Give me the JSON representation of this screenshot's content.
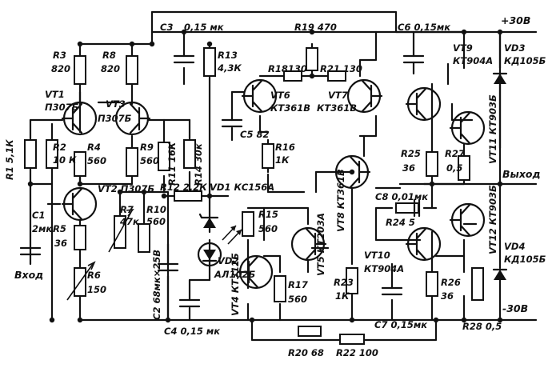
{
  "rails": {
    "pos": "+30В",
    "neg": "-30В",
    "input": "Вход",
    "output": "Выход"
  },
  "labels": {
    "r1": "R1 5,1К",
    "r2": "R2",
    "r2v": "10 К",
    "r3": "R3",
    "r3v": "820",
    "r4": "R4",
    "r4v": "560",
    "r5": "R5",
    "r5v": "36",
    "r6": "R6",
    "r6v": "150",
    "r7": "R7",
    "r7v": "47к",
    "r8": "R8",
    "r8v": "820",
    "r9": "R9",
    "r9v": "560",
    "r10": "R10",
    "r10v": "560",
    "r11": "R11 16К",
    "r12": "R12 2,2К",
    "r13": "R13",
    "r13v": "4,3К",
    "r14": "R14 30к",
    "r15": "R15",
    "r15v": "560",
    "r16": "R16",
    "r16v": "1К",
    "r17": "R17",
    "r17v": "560",
    "r18": "R18130",
    "r19": "R19 470",
    "r20": "R20 68",
    "r21": "R21 130",
    "r22": "R22 100",
    "r23": "R23",
    "r23v": "1К",
    "r24": "R24 5",
    "r25": "R25",
    "r25v": "36",
    "r26": "R26",
    "r26v": "36",
    "r27": "R27",
    "r27v": "0,5",
    "r28": "R28 0,5",
    "c1": "C1",
    "c1v": "2мк",
    "c2": "C2 68мк×25В",
    "c3": "C3",
    "c3v": "0,15 мк",
    "c4": "C4 0,15 мк",
    "c5": "C5 82",
    "c6": "C6 0,15мк",
    "c7": "C7 0,15мк",
    "c8": "C8 0,01мк",
    "vt1": "VT1",
    "vt1t": "П307Б",
    "vt2": "VT2 П307Б",
    "vt3": "VT3",
    "vt3t": "П307Б",
    "vt4": "VT4 КТ312Б",
    "vt5": "VT5 КТ203А",
    "vt6": "VT6",
    "vt6t": "КТ361В",
    "vt7": "VT7",
    "vt7t": "КТ361В",
    "vt8": "VT8 КТ361В",
    "vt9": "VT9",
    "vt9t": "КТ904А",
    "vt10": "VT10",
    "vt10t": "КТ904А",
    "vt11": "VT11 КТ903Б",
    "vt12": "VT12 КТ903Б",
    "vd1": "VD1 КС156А",
    "vd2": "VD2",
    "vd2t": "АЛ102Б",
    "vd3": "VD3",
    "vd3t": "КД105Б",
    "vd4": "VD4",
    "vd4t": "КД105Б"
  }
}
